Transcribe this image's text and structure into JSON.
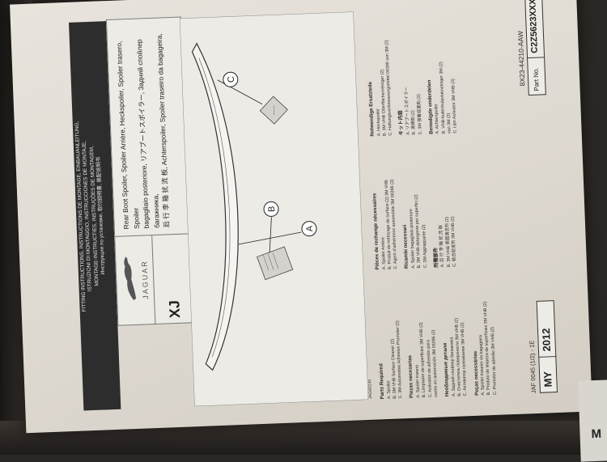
{
  "banner": {
    "lines": [
      "FITTING INSTRUCTIONS, INSTRUCTIONS DE MONTAGE, EINBAUANLEITUNG,",
      "ISTRUZIONI DI MONTAGGIO, INSTRUCCIONES DE MONTAJE,",
      "MONTAGE-INSTRUCTIES, INSTRUÇÕES DE MONTAGEM,",
      "Инструкции по установке, 取付説明書, 装配说明书"
    ]
  },
  "logo": {
    "text": "JAGUAR"
  },
  "model": "XJ",
  "title": {
    "lines": [
      "Rear Boot Spoiler, Spoiler Arrière, Heckspoiler, Spoiler trasero, Spoiler",
      "bagagliaio posteriore, リアブートスポイラー, Задний спойлер багажника,",
      "后 行 李 箱 扰 流 板, Achterspoiler, Spoiler traseiro da bagageira,"
    ]
  },
  "callouts": {
    "a": "A",
    "b": "B",
    "c": "C"
  },
  "reference": "JAGA0140",
  "columns": [
    {
      "sections": [
        {
          "heading": "Parts Required",
          "items": [
            "A. Spoiler",
            "B. 3M VHB Surface Cleaner (2)",
            "C. 3M Automotive Adhesion Promoter (2)"
          ]
        },
        {
          "heading": "Piezas necesarias",
          "items": [
            "A. Spoiler trasero",
            "B. Limpiador de superficies 3M VHB (2)",
            "C. Activador de adhesión para",
            "    coche en automoción 3M 06396 (2)"
          ]
        },
        {
          "heading": "Необходимые детали",
          "items": [
            "A. Задний спойлер багажника",
            "B. Очиститель поверхности 3M VHB (2)",
            "C. Активатор склеивания 3M VHB (2)"
          ]
        },
        {
          "heading": "Peças necessárias",
          "items": [
            "A. Spoiler traseiro da bagageira",
            "B. Produto de limpeza de superfícies 3M VHB (2)",
            "C. Promotor de adesão 3M VHB (2)"
          ]
        }
      ]
    },
    {
      "sections": [
        {
          "heading": "Pièces de rechange nécessaires",
          "items": [
            "A. Spoiler Arrière",
            "B. Produit de nettoyage de surface (2) 3M VHB",
            "C. Agent d'adhérence automobile 3M 06396 (2)"
          ]
        },
        {
          "heading": "Ricambi necessari",
          "items": [
            "A. Spoiler bagagliaio posteriore",
            "B. 3M VHB detergente per superfici (2)",
            "C. 3M Aggrappante (2)"
          ]
        },
        {
          "heading": "所需部件",
          "items": [
            "A. 后 行 李 箱 扰 流 板",
            "B. 3M VHB 表面清洁剂 (2)",
            "C. 粘合促进剂 3M VHB (2)"
          ]
        }
      ]
    },
    {
      "sections": [
        {
          "heading": "Notwendige Ersatzteile",
          "items": [
            "A. Heckspoiler",
            "B. 3M VHB Oberflächenreiniger (2)",
            "C. Haftungsverbesserungsmittel 06396 von 3M (2)"
          ]
        },
        {
          "heading": "キット内容",
          "items": [
            "A. リアブートスポイラー",
            "B. 清掃剤 (2)",
            "C. 3M 接着促進剤 (2)"
          ]
        },
        {
          "heading": "Benodigde onderdelen",
          "items": [
            "A. Achterspoiler",
            "B. VHB-buitenhulpvlaknetniger 3M (2)",
            "    van 3M (2)",
            "C. Lijm Activator 3M VHB (2)"
          ]
        }
      ]
    }
  ],
  "footer": {
    "jaf": "JAF 0045 (1/2) - 1E",
    "my_label": "MY",
    "year": "2012",
    "part_top": "8X23-44210-AAW",
    "part_label": "Part No.",
    "part_value": "C2Z5623XXX"
  },
  "edge_letter": "M"
}
